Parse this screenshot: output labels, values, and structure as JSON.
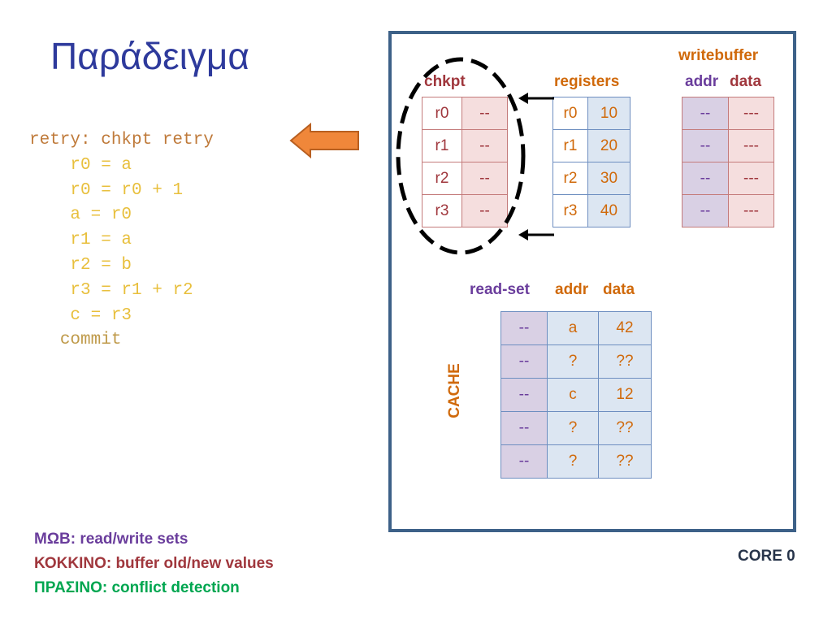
{
  "title": "Παράδειγμα",
  "code": {
    "line1": "retry: chkpt retry",
    "line2": "r0 = a",
    "line3": "r0 = r0 + 1",
    "line4": "a = r0",
    "line5": "r1 = a",
    "line6": "r2 = b",
    "line7": "r3 = r1 + r2",
    "line8": "c = r3",
    "line9": "commit"
  },
  "chkpt": {
    "header": "chkpt",
    "rows": [
      {
        "reg": "r0",
        "val": "--"
      },
      {
        "reg": "r1",
        "val": "--"
      },
      {
        "reg": "r2",
        "val": "--"
      },
      {
        "reg": "r3",
        "val": "--"
      }
    ]
  },
  "registers": {
    "header": "registers",
    "rows": [
      {
        "reg": "r0",
        "val": "10"
      },
      {
        "reg": "r1",
        "val": "20"
      },
      {
        "reg": "r2",
        "val": "30"
      },
      {
        "reg": "r3",
        "val": "40"
      }
    ]
  },
  "writebuffer": {
    "header": "writebuffer",
    "col_addr": "addr",
    "col_data": "data",
    "rows": [
      {
        "addr": "--",
        "data": "---"
      },
      {
        "addr": "--",
        "data": "---"
      },
      {
        "addr": "--",
        "data": "---"
      },
      {
        "addr": "--",
        "data": "---"
      }
    ]
  },
  "cache": {
    "label": "CACHE",
    "col_readset": "read-set",
    "col_addr": "addr",
    "col_data": "data",
    "rows": [
      {
        "rs": "--",
        "addr": "a",
        "data": "42"
      },
      {
        "rs": "--",
        "addr": "?",
        "data": "??"
      },
      {
        "rs": "--",
        "addr": "c",
        "data": "12"
      },
      {
        "rs": "--",
        "addr": "?",
        "data": "??"
      },
      {
        "rs": "--",
        "addr": "?",
        "data": "??"
      }
    ]
  },
  "core_label": "CORE 0",
  "legend": {
    "purple": "ΜΩΒ: read/write sets",
    "red": "ΚΟΚΚΙΝΟ: buffer old/new values",
    "green": "ΠΡΑΣΙΝΟ: conflict detection"
  },
  "colors": {
    "title": "#2e3a9c",
    "core_border": "#3d6188",
    "chkpt_red": "#a0373d",
    "orange": "#d0690a",
    "purple": "#6a3d9c",
    "green": "#00a650",
    "arrow_fill": "#f0873a"
  }
}
